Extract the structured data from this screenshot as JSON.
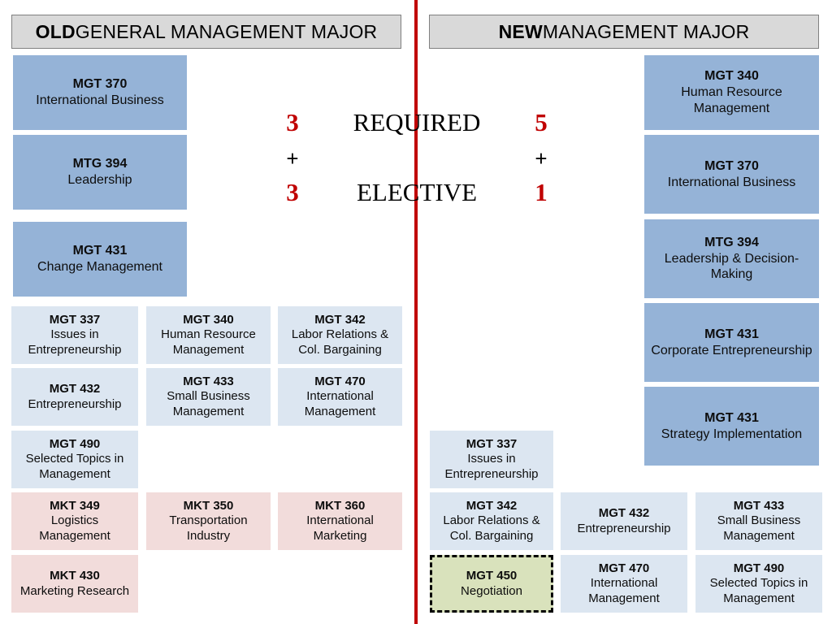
{
  "headers": {
    "old": {
      "highlight": "OLD",
      "rest": " GENERAL MANAGEMENT MAJOR"
    },
    "new": {
      "highlight": "NEW",
      "rest": " MANAGEMENT MAJOR"
    }
  },
  "summary": {
    "old_required": "3",
    "required_label": "REQUIRED",
    "new_required": "5",
    "plus_left": "+",
    "plus_right": "+",
    "old_elective": "3",
    "elective_label": "ELECTIVE",
    "new_elective": "1"
  },
  "colors": {
    "divider": "#c00000",
    "required_box": "#95b3d7",
    "elective_box": "#dce6f1",
    "marketing_box": "#f2dcdb",
    "negotiation_box": "#d9e2bc",
    "header_fill": "#d9d9d9",
    "header_border": "#808080",
    "number_red": "#c00000"
  },
  "old_major": {
    "required": [
      {
        "code": "MGT 370",
        "title": "International Business"
      },
      {
        "code": "MTG 394",
        "title": "Leadership"
      },
      {
        "code": "MGT 431",
        "title": "Change Management"
      }
    ],
    "electives": [
      {
        "code": "MGT 337",
        "title": "Issues in Entrepreneurship"
      },
      {
        "code": "MGT 340",
        "title": "Human Resource Management"
      },
      {
        "code": "MGT 342",
        "title": "Labor Relations & Col. Bargaining"
      },
      {
        "code": "MGT 432",
        "title": "Entrepreneurship"
      },
      {
        "code": "MGT 433",
        "title": "Small Business Management"
      },
      {
        "code": "MGT 470",
        "title": "International Management"
      },
      {
        "code": "MGT 490",
        "title": "Selected Topics in Management"
      }
    ],
    "marketing_electives": [
      {
        "code": "MKT 349",
        "title": "Logistics Management"
      },
      {
        "code": "MKT 350",
        "title": "Transportation Industry"
      },
      {
        "code": "MKT 360",
        "title": "International Marketing"
      },
      {
        "code": "MKT 430",
        "title": "Marketing Research"
      }
    ]
  },
  "new_major": {
    "required": [
      {
        "code": "MGT 340",
        "title": "Human Resource Management"
      },
      {
        "code": "MGT 370",
        "title": "International Business"
      },
      {
        "code": "MTG 394",
        "title": "Leadership & Decision-Making"
      },
      {
        "code": "MGT 431",
        "title": "Corporate Entrepreneurship"
      },
      {
        "code": "MGT 431",
        "title": "Strategy Implementation"
      }
    ],
    "electives": [
      {
        "code": "MGT 337",
        "title": "Issues in Entrepreneurship"
      },
      {
        "code": "MGT 342",
        "title": "Labor Relations & Col. Bargaining"
      },
      {
        "code": "MGT 432",
        "title": "Entrepreneurship"
      },
      {
        "code": "MGT 433",
        "title": "Small Business Management"
      },
      {
        "code": "MGT 450",
        "title": "Negotiation"
      },
      {
        "code": "MGT 470",
        "title": "International Management"
      },
      {
        "code": "MGT 490",
        "title": "Selected Topics in Management"
      }
    ]
  }
}
